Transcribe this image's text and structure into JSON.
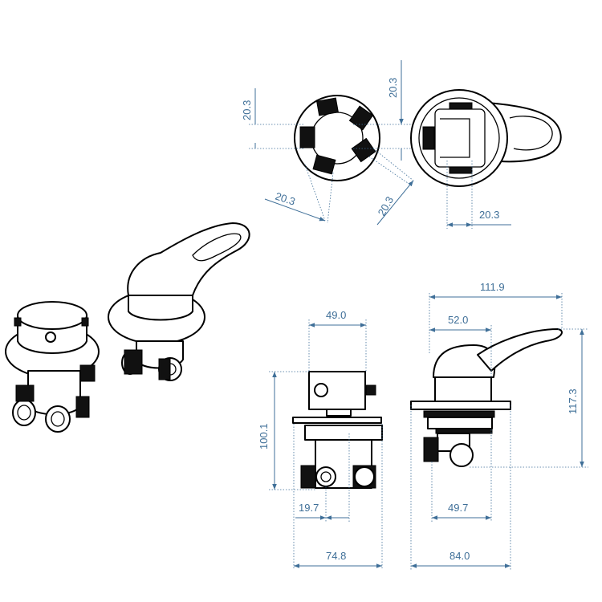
{
  "colors": {
    "dimension": "#3f6f98",
    "outline": "#000000",
    "background": "#ffffff"
  },
  "dimensions": {
    "top_left_vertical": "20.3",
    "top_right_vertical": "20.3",
    "top_diag_left": "20.3",
    "top_diag_right": "20.3",
    "top_right_horizontal": "20.3",
    "width_49": "49.0",
    "height_100": "100.1",
    "spacing_19": "19.7",
    "width_74": "74.8",
    "length_111": "111.9",
    "length_52": "52.0",
    "height_117": "117.3",
    "width_49_7": "49.7",
    "width_84": "84.0"
  }
}
